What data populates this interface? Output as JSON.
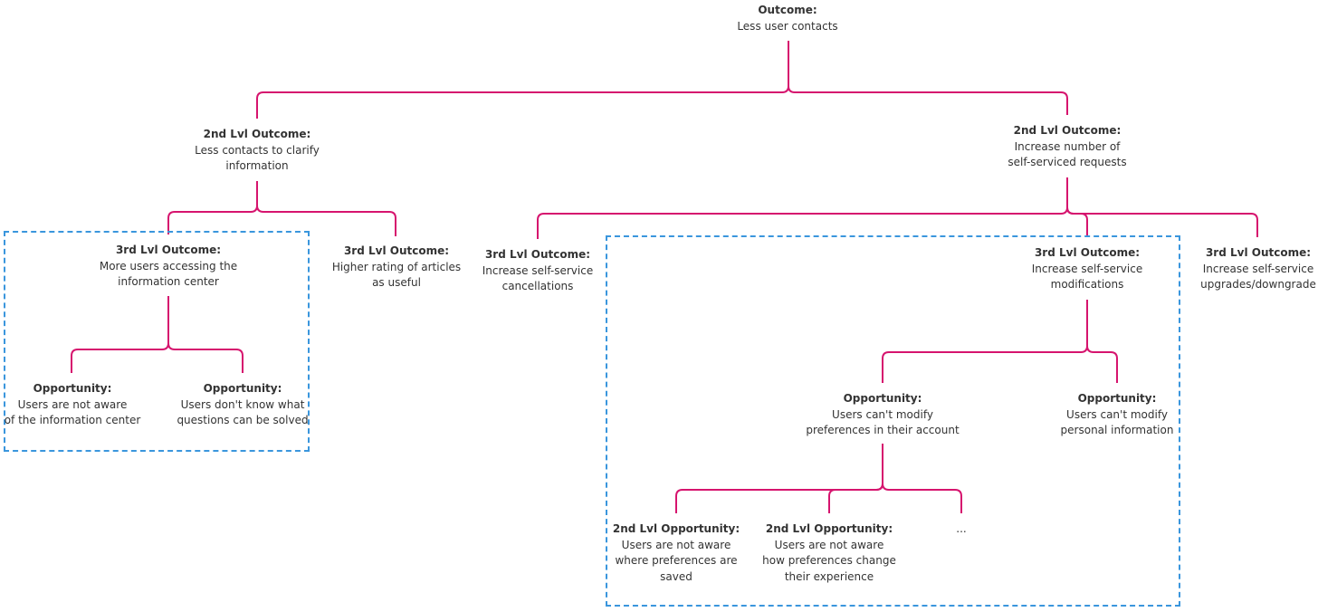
{
  "colors": {
    "connector": "#d6146e",
    "group_border": "#3a96dd",
    "text": "#333333"
  },
  "nodes": {
    "root": {
      "title": "Outcome:",
      "body": "Less user contacts"
    },
    "o2a": {
      "title": "2nd Lvl Outcome:",
      "body": "Less contacts to clarify\ninformation"
    },
    "o2b": {
      "title": "2nd Lvl Outcome:",
      "body": "Increase number of\nself-serviced requests"
    },
    "o3a": {
      "title": "3rd Lvl Outcome:",
      "body": "More users accessing the\ninformation center"
    },
    "o3b": {
      "title": "3rd Lvl Outcome:",
      "body": "Higher rating of articles\nas useful"
    },
    "o3c": {
      "title": "3rd Lvl Outcome:",
      "body": "Increase self-service\ncancellations"
    },
    "o3d": {
      "title": "3rd Lvl Outcome:",
      "body": "Increase self-service\nmodifications"
    },
    "o3e": {
      "title": "3rd Lvl Outcome:",
      "body": "Increase self-service\nupgrades/downgrade"
    },
    "opA1": {
      "title": "Opportunity:",
      "body": "Users are not aware\nof the information center"
    },
    "opA2": {
      "title": "Opportunity:",
      "body": "Users don't know what\nquestions can be solved"
    },
    "opD1": {
      "title": "Opportunity:",
      "body": "Users can't modify\npreferences in their account"
    },
    "opD2": {
      "title": "Opportunity:",
      "body": "Users can't modify\npersonal information"
    },
    "op2a": {
      "title": "2nd Lvl Opportunity:",
      "body": "Users are not aware\nwhere preferences are\nsaved"
    },
    "op2b": {
      "title": "2nd Lvl Opportunity:",
      "body": "Users are not aware\nhow preferences change\ntheir experience"
    },
    "op2c": {
      "title": "",
      "body": "..."
    }
  },
  "edges": [
    [
      "root",
      "o2a"
    ],
    [
      "root",
      "o2b"
    ],
    [
      "o2a",
      "o3a"
    ],
    [
      "o2a",
      "o3b"
    ],
    [
      "o2b",
      "o3c"
    ],
    [
      "o2b",
      "o3d"
    ],
    [
      "o2b",
      "o3e"
    ],
    [
      "o3a",
      "opA1"
    ],
    [
      "o3a",
      "opA2"
    ],
    [
      "o3d",
      "opD1"
    ],
    [
      "o3d",
      "opD2"
    ],
    [
      "opD1",
      "op2a"
    ],
    [
      "opD1",
      "op2b"
    ],
    [
      "opD1",
      "op2c"
    ]
  ]
}
